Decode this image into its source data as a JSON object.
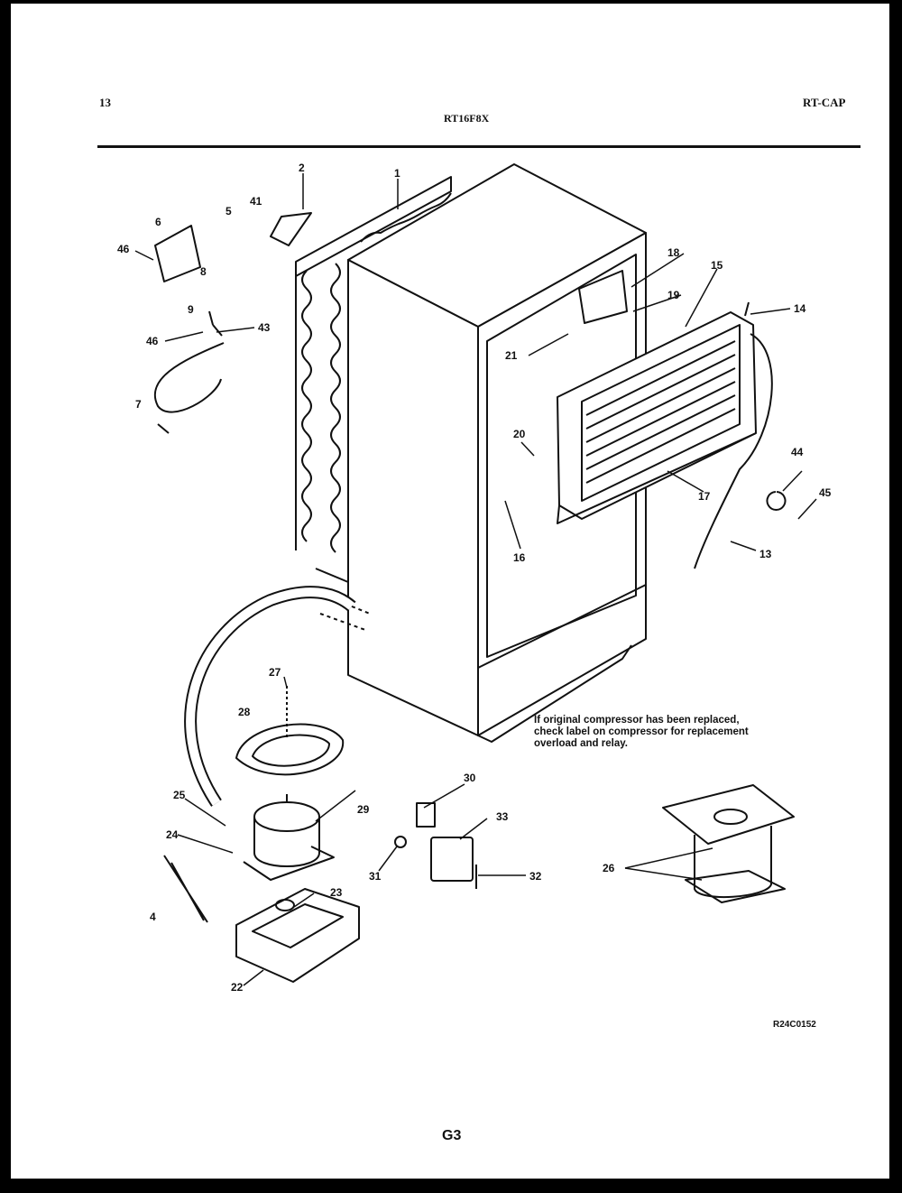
{
  "header": {
    "left": "13",
    "center": "RT16F8X",
    "right": "RT-CAP"
  },
  "callouts": {
    "c1": "1",
    "c2": "2",
    "c4": "4",
    "c5": "5",
    "c6": "6",
    "c7": "7",
    "c8": "8",
    "c9": "9",
    "c13": "13",
    "c14": "14",
    "c15": "15",
    "c16": "16",
    "c17": "17",
    "c18": "18",
    "c19": "19",
    "c20": "20",
    "c21": "21",
    "c22": "22",
    "c23": "23",
    "c24": "24",
    "c25": "25",
    "c26": "26",
    "c27": "27",
    "c28": "28",
    "c29": "29",
    "c30": "30",
    "c31": "31",
    "c32": "32",
    "c33": "33",
    "c41": "41",
    "c43": "43",
    "c44": "44",
    "c45": "45",
    "c46": "46"
  },
  "note": "If original compressor has been replaced, check label on compressor for replacement overload and relay.",
  "figure_code": "R24C0152",
  "page_number": "G3"
}
